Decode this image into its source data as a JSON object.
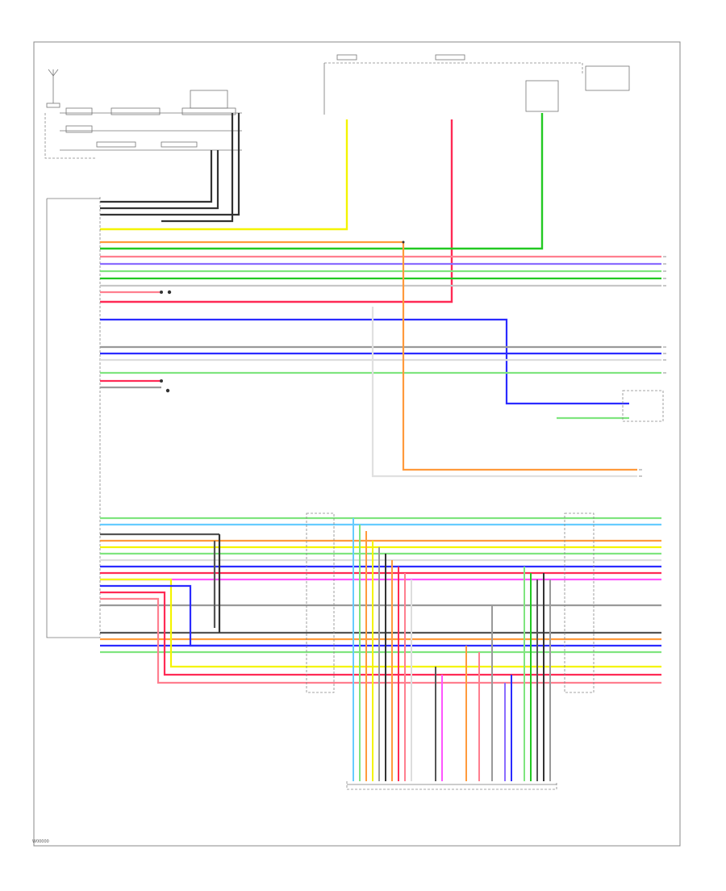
{
  "diagram_code": "W00000",
  "colors": {
    "red": "#ff7f8f",
    "pink": "#ff2a55",
    "blue": "#2b2bff",
    "violet": "#8a6cff",
    "green": "#22c922",
    "lightgreen": "#7fe57f",
    "yellow": "#f4f400",
    "orange": "#ff9a3c",
    "lightblue": "#66ccff",
    "black": "#222222",
    "gray": "#9a9a9a",
    "white": "#e8e8e8",
    "magenta": "#ff55ff",
    "brown": "#b0604a"
  },
  "icons": [
    "ground-symbol",
    "connector-pin",
    "wire-splice"
  ]
}
